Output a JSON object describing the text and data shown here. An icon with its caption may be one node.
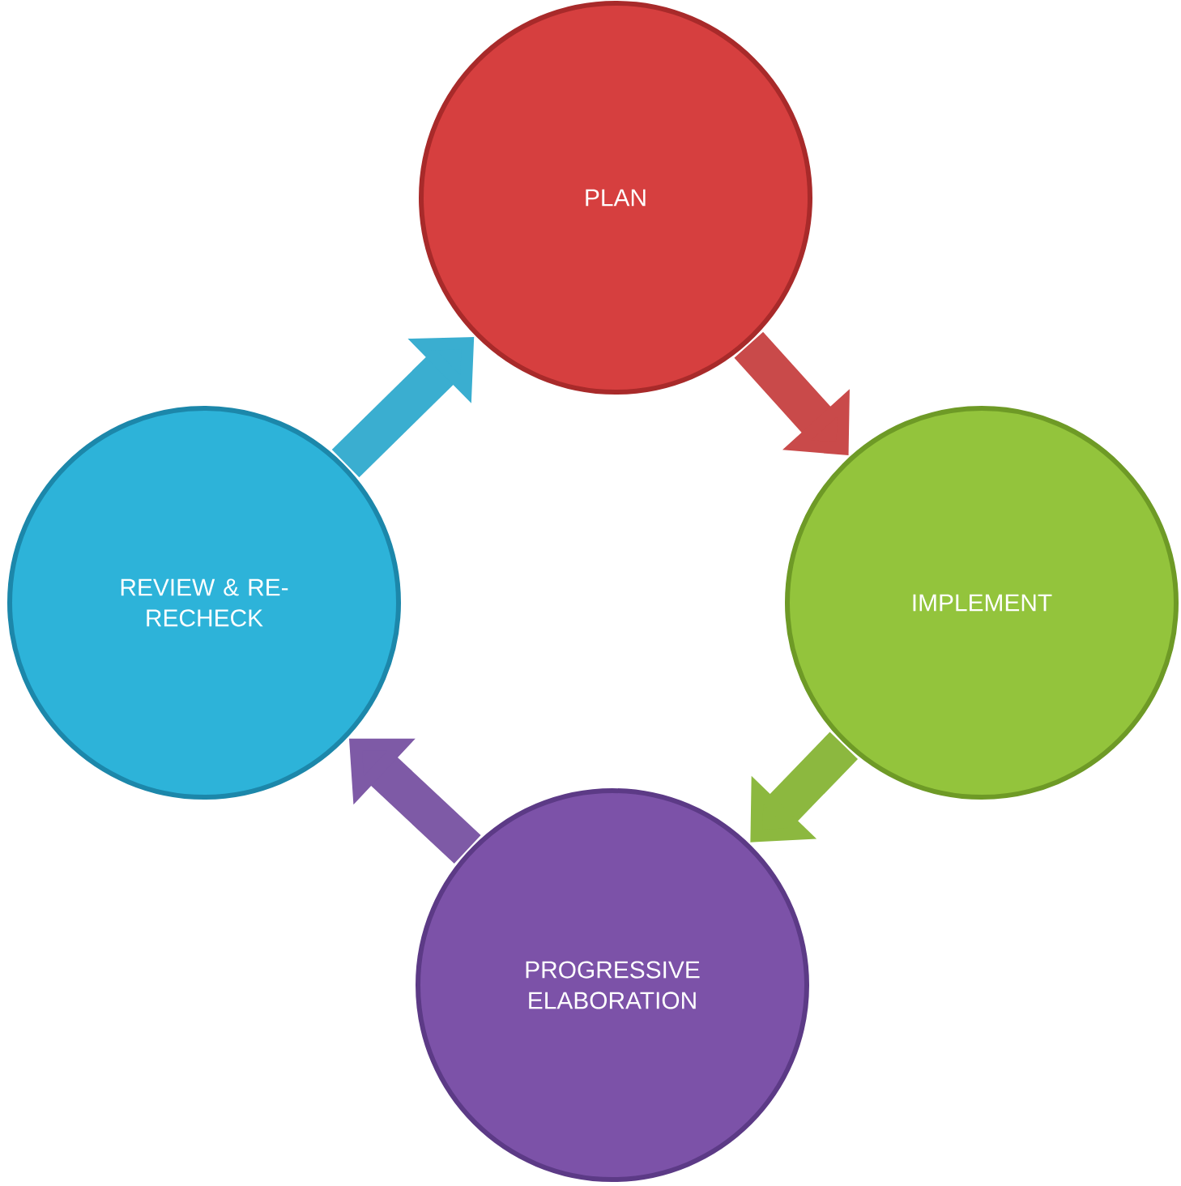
{
  "diagram": {
    "nodes": [
      {
        "text": [
          "PLAN"
        ]
      },
      {
        "text": [
          "IMPLEMENT"
        ]
      },
      {
        "text": [
          "PROGRESSIVE ELABORATION"
        ]
      },
      {
        "text": [
          "REVIEW & RE- RECHECK"
        ]
      }
    ],
    "edges": [
      {
        "from": 0,
        "to": 1,
        "arrow": "to",
        "color": "#c94a4a"
      },
      {
        "from": 1,
        "to": 2,
        "arrow": "to",
        "color": "#8cb83f"
      },
      {
        "from": 2,
        "to": 3,
        "arrow": "to",
        "color": "#7e5aa6"
      },
      {
        "from": 3,
        "to": 0,
        "arrow": "to",
        "color": "#3aaed0"
      }
    ]
  }
}
